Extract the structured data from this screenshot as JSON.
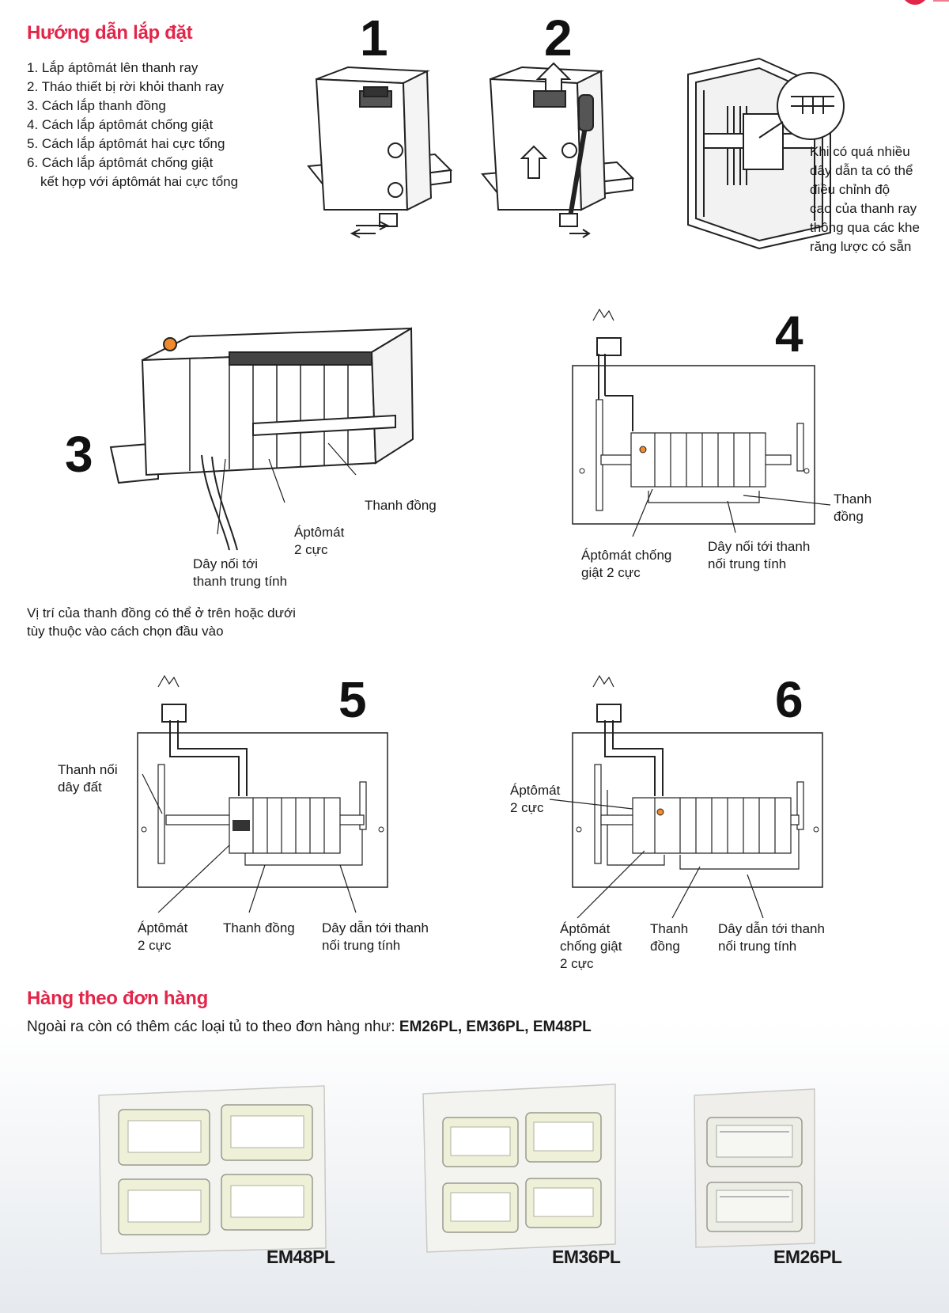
{
  "guide": {
    "title": "Hướng dẫn lắp đặt",
    "steps": [
      "1. Lắp áptômát lên thanh ray",
      "2. Tháo thiết bị rời khỏi thanh ray",
      "3. Cách lắp thanh đồng",
      "4. Cách lắp áptômát chống giật",
      "5. Cách lắp áptômát hai cực tổng",
      "6. Cách lắp áptômát chống giật",
      "kết hợp với áptômát hai cực tổng"
    ]
  },
  "figures": {
    "f1": {
      "number": "1"
    },
    "f2": {
      "number": "2"
    },
    "box_note": [
      "Khi có quá nhiều",
      "dây dẫn ta có thể",
      "điều chỉnh độ",
      "cao của thanh ray",
      "thông qua các khe",
      "răng lược có sẵn"
    ],
    "f3": {
      "number": "3",
      "busbar": "Thanh đồng",
      "breaker": [
        "Áptômát",
        "2 cực"
      ],
      "neutral": [
        "Dây nối tới",
        "thanh trung tính"
      ],
      "note": [
        "Vị trí của thanh đồng có thể ở trên hoặc dưới",
        "tùy thuộc vào cách chọn đầu vào"
      ]
    },
    "f4": {
      "number": "4",
      "busbar": [
        "Thanh",
        "đồng"
      ],
      "rcd": [
        "Áptômát chống",
        "giật 2 cực"
      ],
      "neutral": [
        "Dây nối tới thanh",
        "nối trung tính"
      ]
    },
    "f5": {
      "number": "5",
      "earth": [
        "Thanh nối",
        "dây đất"
      ],
      "breaker": [
        "Áptômát",
        "2 cực"
      ],
      "busbar": "Thanh đồng",
      "neutral": [
        "Dây dẫn tới thanh",
        "nối trung tính"
      ]
    },
    "f6": {
      "number": "6",
      "breaker": [
        "Áptômát",
        "2 cực"
      ],
      "rcd": [
        "Áptômát",
        "chống giật",
        "2 cực"
      ],
      "busbar": [
        "Thanh",
        "đồng"
      ],
      "neutral": [
        "Dây dẫn tới thanh",
        "nối trung tính"
      ]
    }
  },
  "order": {
    "title": "Hàng theo đơn hàng",
    "text_prefix": "Ngoài ra còn có thêm các loại tủ to theo đơn hàng như: ",
    "text_models": "EM26PL, EM36PL, EM48PL",
    "products": [
      "EM48PL",
      "EM36PL",
      "EM26PL"
    ]
  }
}
